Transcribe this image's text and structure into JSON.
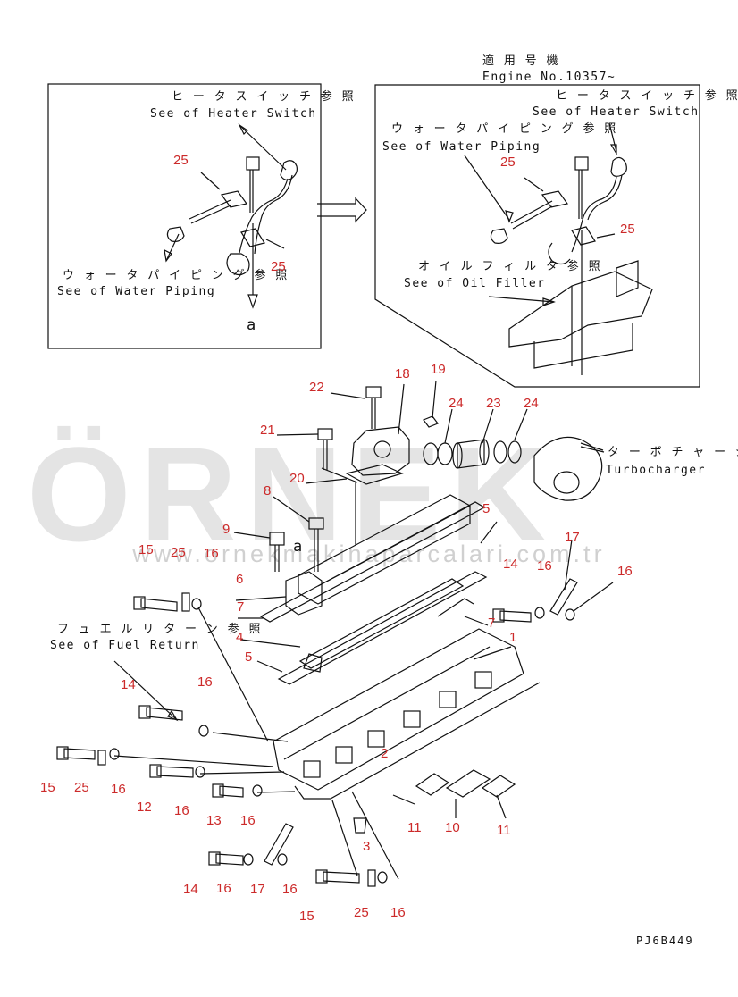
{
  "header": {
    "line1": "適 用 号 機",
    "line2": "Engine No.10357~"
  },
  "left_box": {
    "heater_jp": "ヒ ー タ ス イ ッ チ 参 照",
    "heater_en": "See of Heater Switch",
    "water_jp": "ウ ォ ー タ パ イ ピ ン グ 参 照",
    "water_en": "See of Water Piping",
    "a_label": "a"
  },
  "right_box": {
    "heater_jp": "ヒ ー タ ス イ ッ チ 参 照",
    "heater_en": "See of Heater Switch",
    "water_jp": "ウ ォ ー タ パ イ ピ ン グ 参 照",
    "water_en": "See of Water Piping",
    "oil_jp": "オ イ ル フ ィ ル タ 参 照",
    "oil_en": "See of Oil Filler"
  },
  "turbo": {
    "jp": "タ ー ボ チ ャ ー ジ ャ",
    "en": "Turbocharger"
  },
  "fuel": {
    "jp": "フ ュ エ ル リ タ ー ン 参 照",
    "en": "See of Fuel Return"
  },
  "a_main": "a",
  "watermark": {
    "big": "ÖRNEK",
    "url": "www.ornekmakinaparcalari.com.tr"
  },
  "code": "PJ6B449",
  "part_numbers": [
    "25",
    "25",
    "25",
    "25",
    "22",
    "18",
    "19",
    "24",
    "23",
    "24",
    "21",
    "20",
    "8",
    "5",
    "9",
    "15",
    "25",
    "16",
    "17",
    "6",
    "14",
    "16",
    "16",
    "7",
    "7",
    "1",
    "4",
    "5",
    "14",
    "16",
    "2",
    "15",
    "25",
    "16",
    "12",
    "16",
    "13",
    "16",
    "11",
    "10",
    "11",
    "3",
    "14",
    "16",
    "17",
    "16",
    "15",
    "25",
    "16"
  ]
}
